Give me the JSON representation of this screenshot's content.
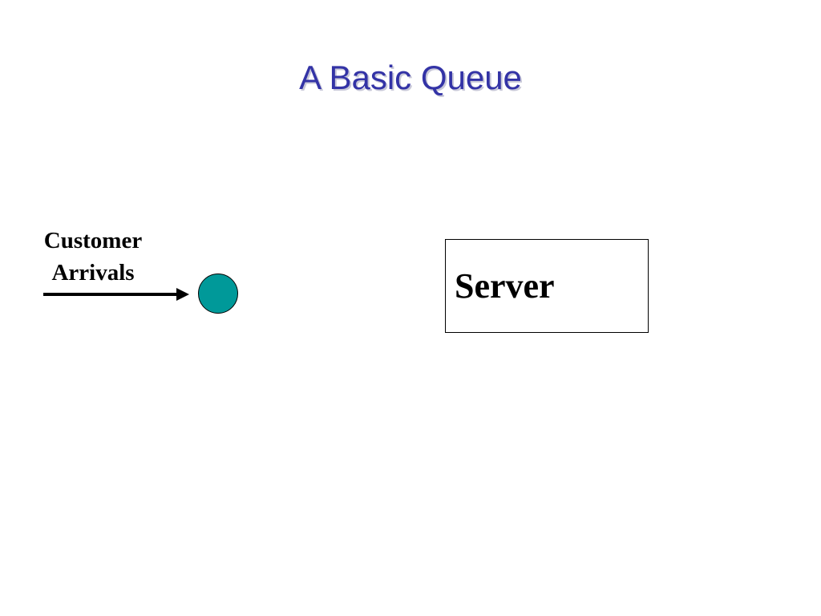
{
  "slide": {
    "title": "A Basic Queue"
  },
  "diagram": {
    "arrivals_label_line1": "Customer",
    "arrivals_label_line2": "Arrivals",
    "customer_color": "#009999",
    "server_label": "Server",
    "title_color": "#3333a6"
  }
}
